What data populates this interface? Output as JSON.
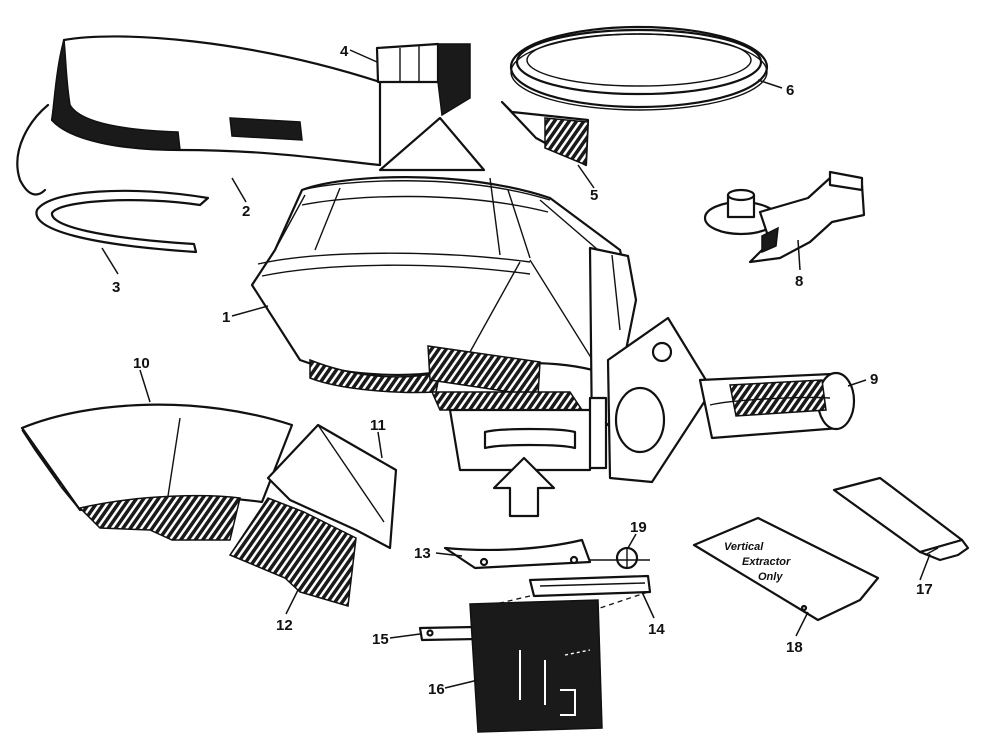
{
  "diagram": {
    "parts": [
      {
        "id": "part-1",
        "number": "1"
      },
      {
        "id": "part-2",
        "number": "2"
      },
      {
        "id": "part-3",
        "number": "3"
      },
      {
        "id": "part-4",
        "number": "4"
      },
      {
        "id": "part-5",
        "number": "5"
      },
      {
        "id": "part-6",
        "number": "6"
      },
      {
        "id": "part-8",
        "number": "8"
      },
      {
        "id": "part-9",
        "number": "9"
      },
      {
        "id": "part-10",
        "number": "10"
      },
      {
        "id": "part-11",
        "number": "11"
      },
      {
        "id": "part-12",
        "number": "12"
      },
      {
        "id": "part-13",
        "number": "13"
      },
      {
        "id": "part-14",
        "number": "14"
      },
      {
        "id": "part-15",
        "number": "15"
      },
      {
        "id": "part-16",
        "number": "16"
      },
      {
        "id": "part-17",
        "number": "17"
      },
      {
        "id": "part-18",
        "number": "18"
      },
      {
        "id": "part-19",
        "number": "19"
      }
    ],
    "panel_note": {
      "line1": "Vertical",
      "line2": "Extractor",
      "line3": "Only"
    }
  }
}
